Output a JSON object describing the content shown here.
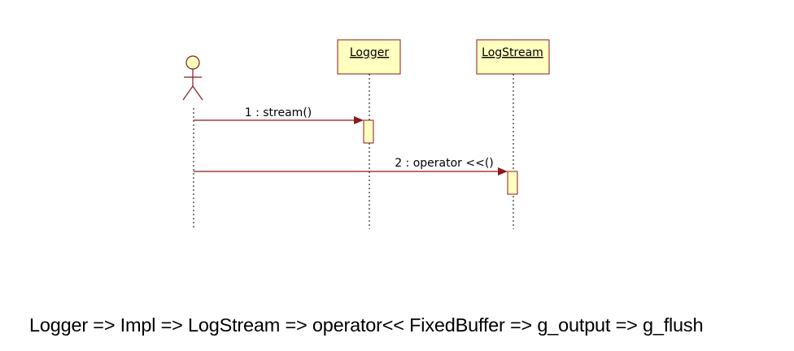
{
  "lifelines": [
    {
      "label": "Logger"
    },
    {
      "label": "LogStream"
    }
  ],
  "messages": [
    {
      "label": "1 : stream()"
    },
    {
      "label": "2 : operator <<()"
    }
  ],
  "caption": "Logger => Impl => LogStream => operator<< FixedBuffer => g_output => g_flush",
  "colors": {
    "box_fill": "#ffffc0",
    "stroke": "#8b1a1a",
    "text": "#000000"
  }
}
